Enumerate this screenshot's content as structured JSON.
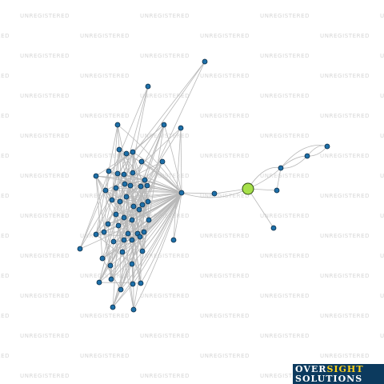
{
  "watermark": {
    "text": "UNREGISTERED"
  },
  "logo": {
    "word1_a": "OVER",
    "word1_b": "SIGHT",
    "word2": "SOLUTIONS",
    "background": "#0c3a5e",
    "accent": "#ffd21a"
  },
  "network": {
    "node_color": "#1d6fa8",
    "focus_node_color": "#a6e04a",
    "edge_color": "#b8b8b8",
    "node_count": 62,
    "focus_node_count": 1
  }
}
